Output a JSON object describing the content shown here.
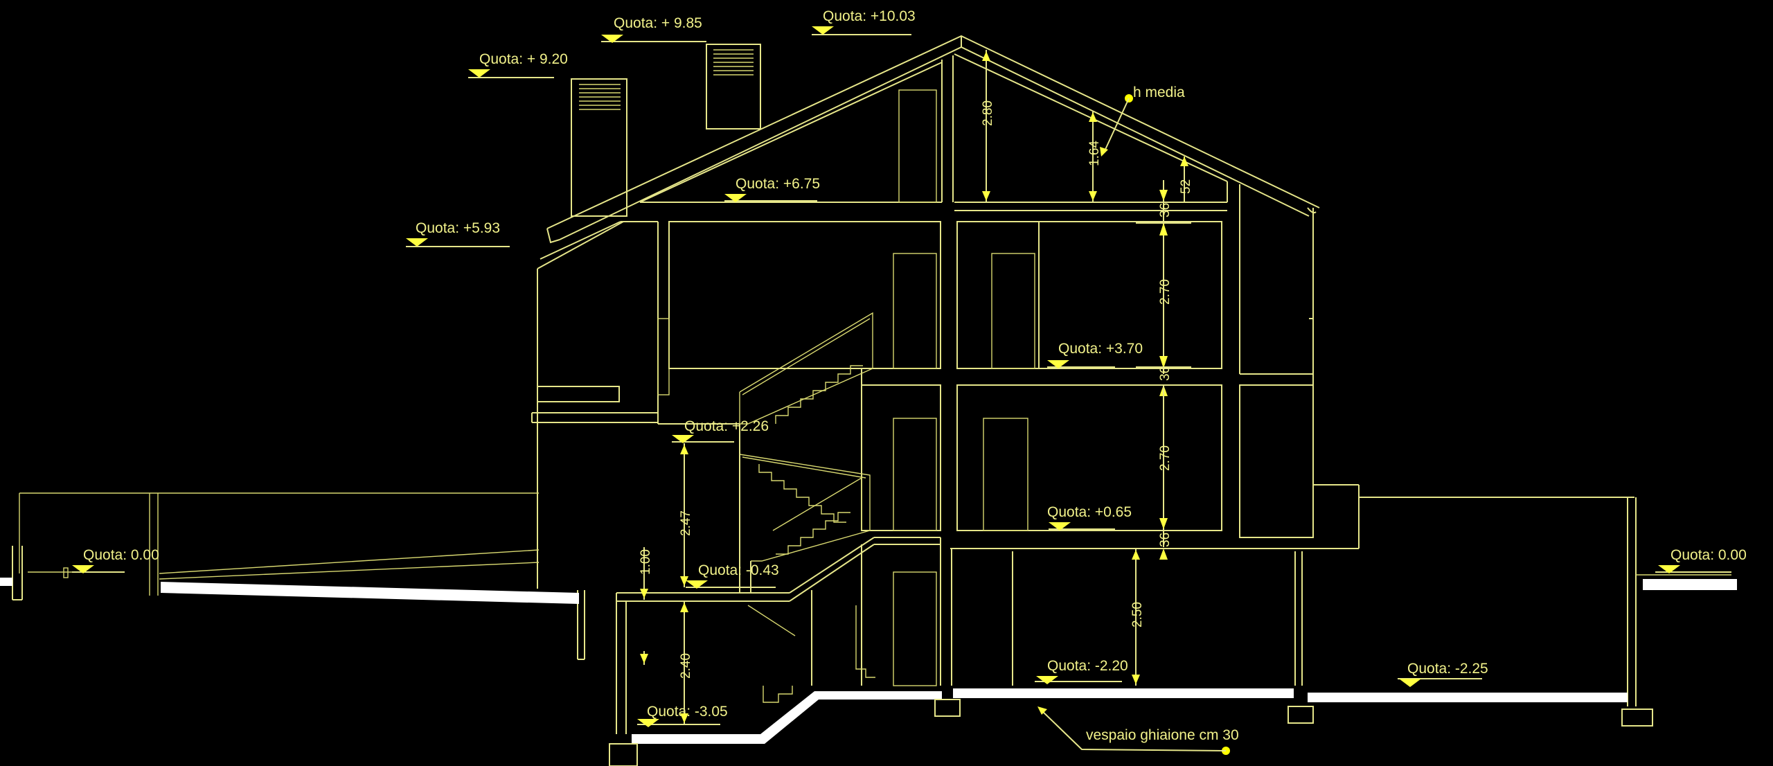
{
  "levels": {
    "l_1003": "Quota: +10.03",
    "l_985": "Quota: + 9.85",
    "l_920": "Quota: + 9.20",
    "l_675": "Quota: +6.75",
    "l_593": "Quota: +5.93",
    "l_370": "Quota: +3.70",
    "l_226": "Quota: +2.26",
    "l_065": "Quota: +0.65",
    "l_000_left": "Quota: 0.00",
    "l_000_right": "Quota: 0.00",
    "l_m043": "Quota: -0.43",
    "l_m220": "Quota: -2.20",
    "l_m225": "Quota: -2.25",
    "l_m305": "Quota: -3.05"
  },
  "dimensions": {
    "d_280": "2.80",
    "d_164": "1.64",
    "d_52": "52",
    "d_36_top": "36",
    "d_270_upper": "2.70",
    "d_36_mid": "36",
    "d_270_lower": "2.70",
    "d_36_low": "36",
    "d_250": "2.50",
    "d_247": "2.47",
    "d_100": "1.00",
    "d_240": "2.40"
  },
  "annotations": {
    "h_media": "h media",
    "vespaio": "vespaio ghiaione cm 30"
  },
  "colors": {
    "background": "#000000",
    "line": "#e6e68a",
    "text": "#f2f28a",
    "ground": "#ffffff"
  }
}
